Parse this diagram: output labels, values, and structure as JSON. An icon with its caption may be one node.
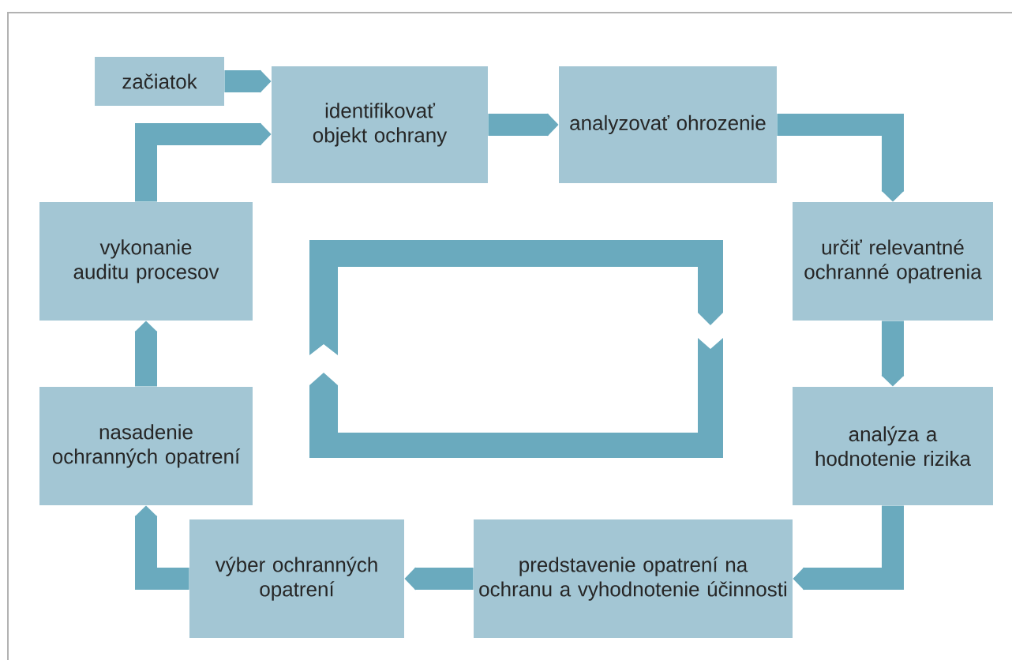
{
  "diagram": {
    "nodes": [
      {
        "text": [
          "začiatok"
        ]
      },
      {
        "text": [
          "identifikovať objekt ochrany"
        ]
      },
      {
        "text": [
          "analyzovať ohrozenie"
        ]
      },
      {
        "text": [
          "určiť relevantné ochranné opatrenia"
        ]
      },
      {
        "text": [
          "analýza a hodnotenie rizika"
        ]
      },
      {
        "text": [
          "predstavenie opatrení na ochranu a vyhodnotenie účinnosti"
        ]
      },
      {
        "text": [
          "výber ochranných opatrení"
        ]
      },
      {
        "text": [
          "nasadenie ochranných opatrení"
        ]
      },
      {
        "text": [
          "vykonanie auditu procesov"
        ]
      }
    ],
    "edges": [
      {
        "from": 0,
        "to": 1,
        "arrow": "to"
      },
      {
        "from": 1,
        "to": 2,
        "arrow": "to"
      },
      {
        "from": 2,
        "to": 3,
        "arrow": "to"
      },
      {
        "from": 3,
        "to": 4,
        "arrow": "to"
      },
      {
        "from": 4,
        "to": 5,
        "arrow": "to"
      },
      {
        "from": 5,
        "to": 6,
        "arrow": "to"
      },
      {
        "from": 6,
        "to": 7,
        "arrow": "to"
      },
      {
        "from": 7,
        "to": 8,
        "arrow": "to"
      },
      {
        "from": 8,
        "to": 1,
        "arrow": "to"
      }
    ]
  }
}
